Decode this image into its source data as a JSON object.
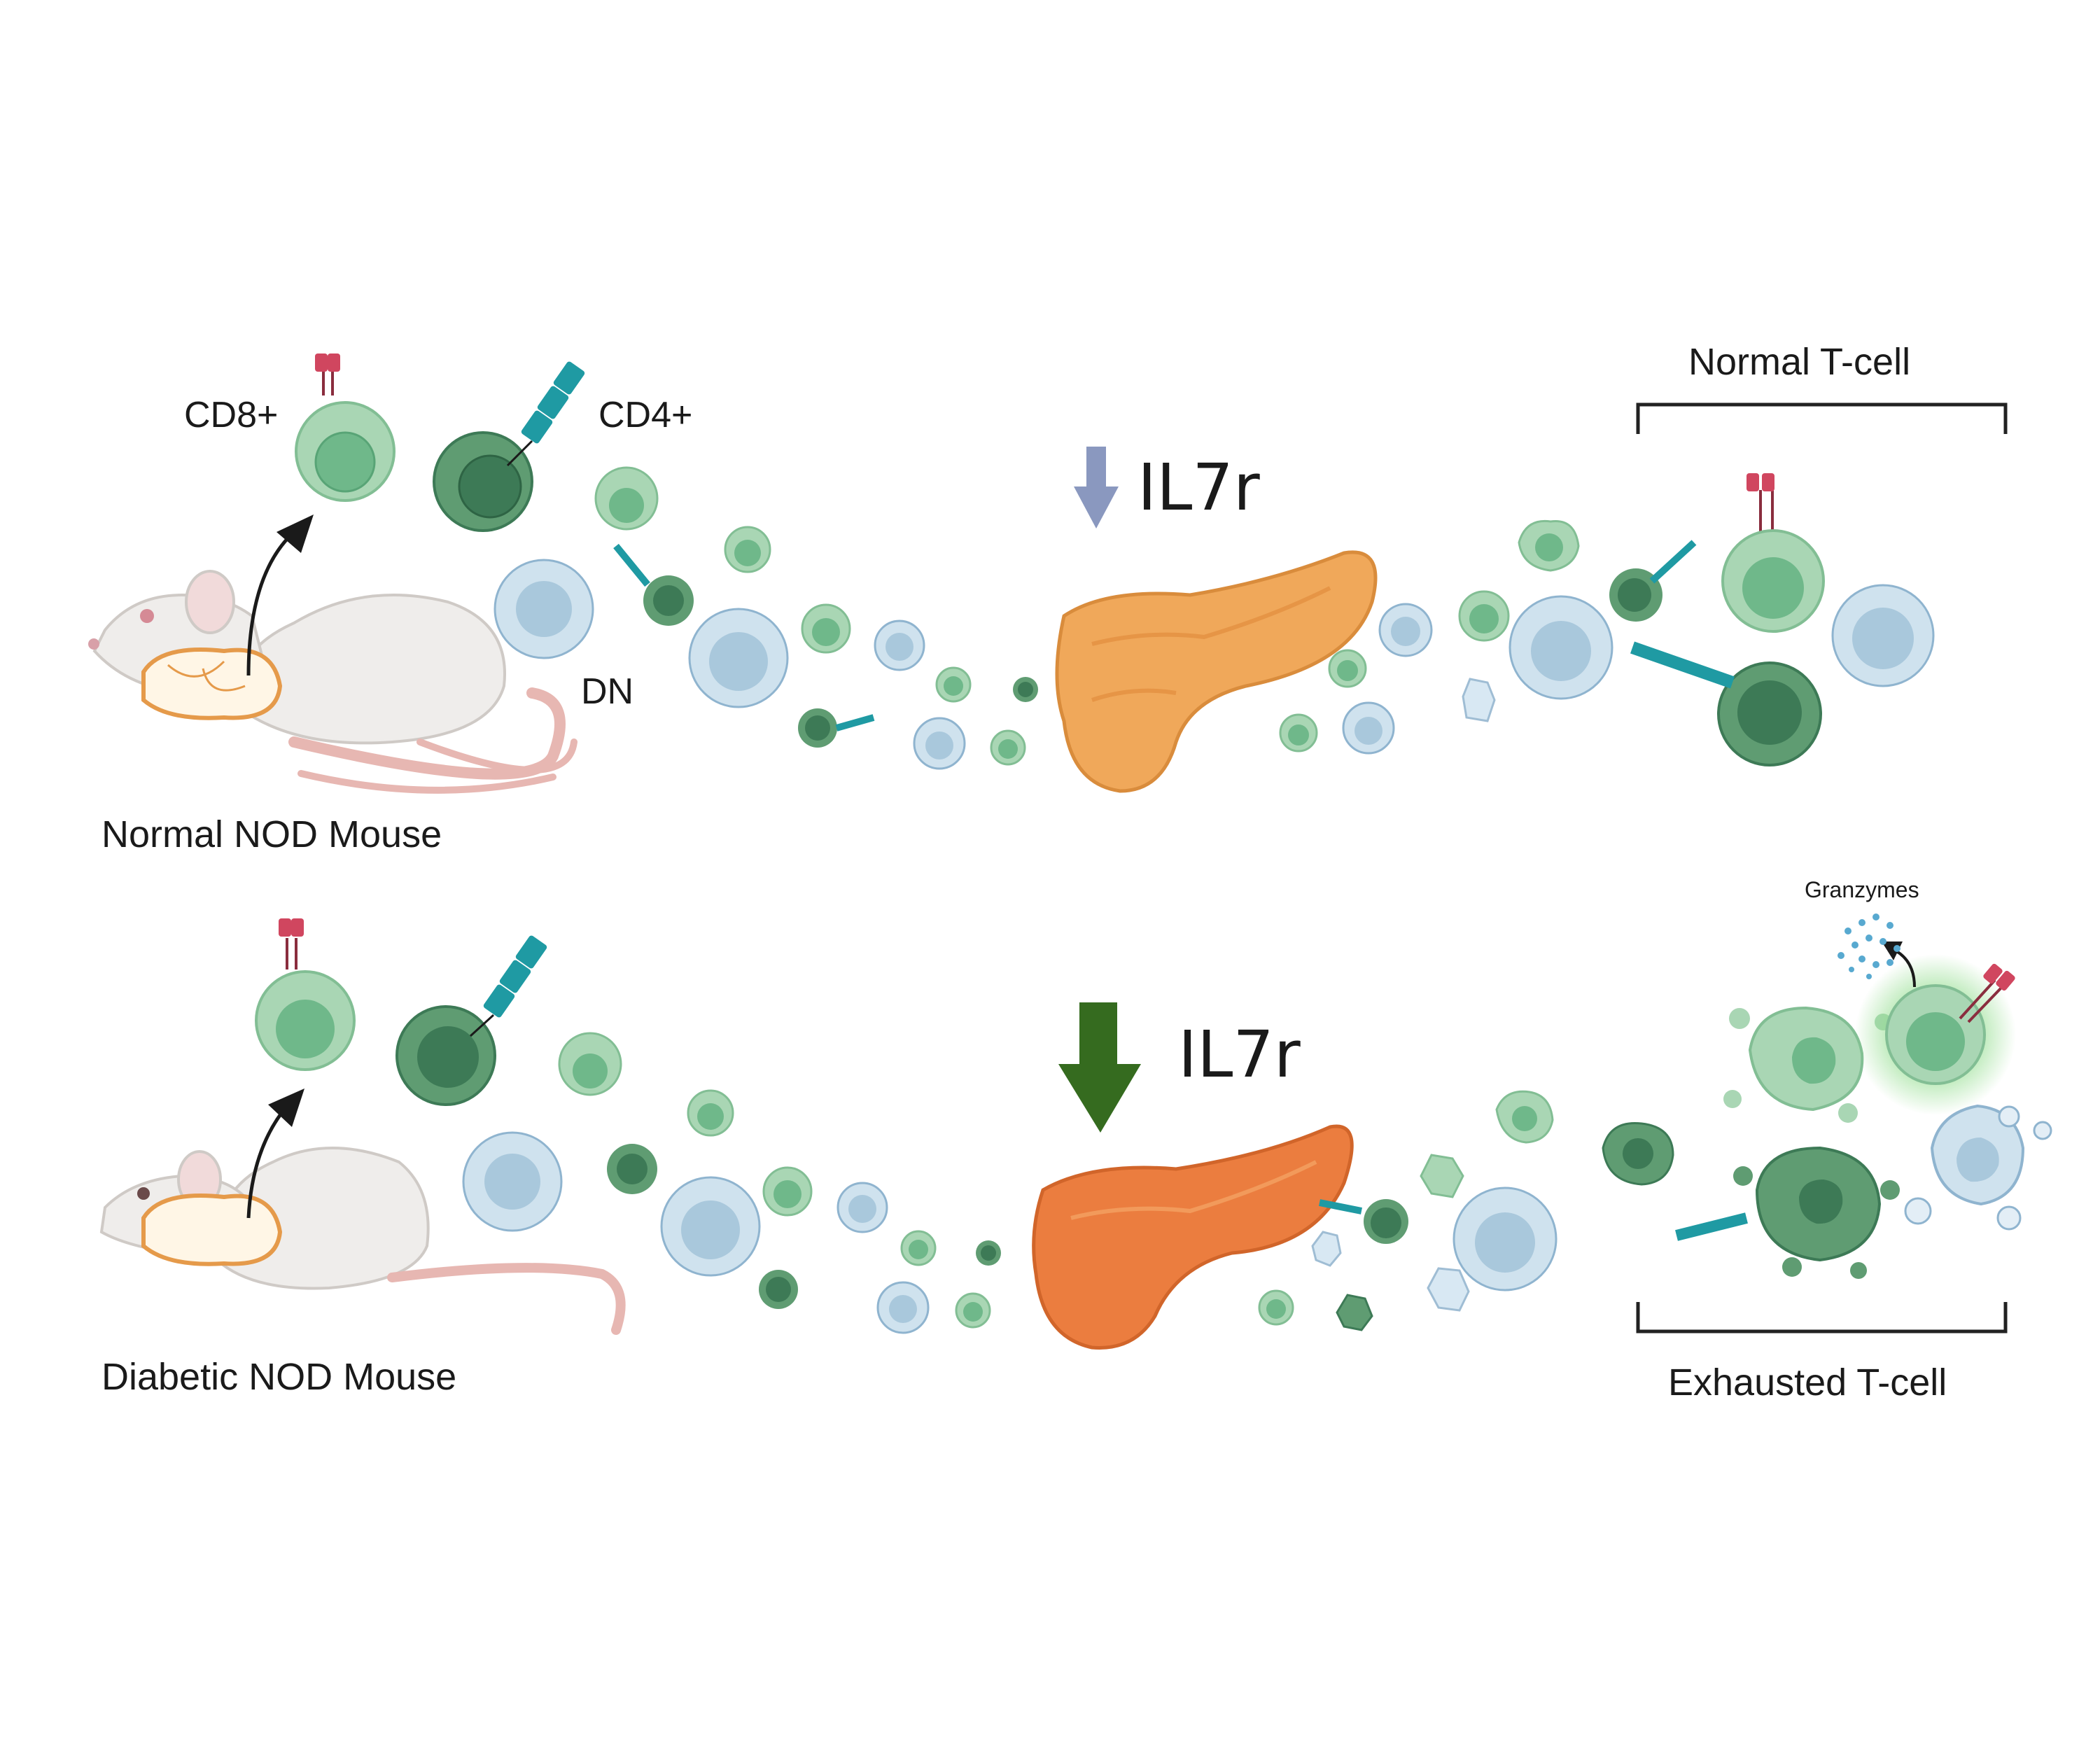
{
  "labels": {
    "cd8": "CD8+",
    "cd4": "CD4+",
    "dn": "DN",
    "il7r_top": "IL7r",
    "il7r_bottom": "IL7r",
    "normal_mouse": "Normal NOD Mouse",
    "diabetic_mouse": "Diabetic NOD Mouse",
    "normal_tcell": "Normal T-cell",
    "exhausted_tcell": "Exhausted T-cell",
    "granzymes": "Granzymes"
  },
  "colors": {
    "cd8_fill": "#a9d6b4",
    "cd8_core": "#6fb88a",
    "cd4_fill": "#5f9c72",
    "cd4_core": "#3d7a56",
    "dn_fill": "#cfe2ee",
    "dn_core": "#a9c8dc",
    "receptor_cd8": "#d0465f",
    "receptor_cd4": "#1f9aa3",
    "pancreas_normal": "#f0a85a",
    "pancreas_diabetic": "#eb7d3f",
    "arrow_top": "#8a98bf",
    "arrow_bottom": "#356b1f",
    "mouse_body": "#efedeb",
    "mouse_tail": "#e7b7b2",
    "granzyme_dots": "#58a9d0"
  },
  "icons": [
    "mouse-icon",
    "pancreas-icon",
    "cd8-tcell-icon",
    "cd4-tcell-icon",
    "dn-tcell-icon",
    "exhausted-tcell-icon",
    "down-arrow-icon",
    "bracket-icon"
  ]
}
